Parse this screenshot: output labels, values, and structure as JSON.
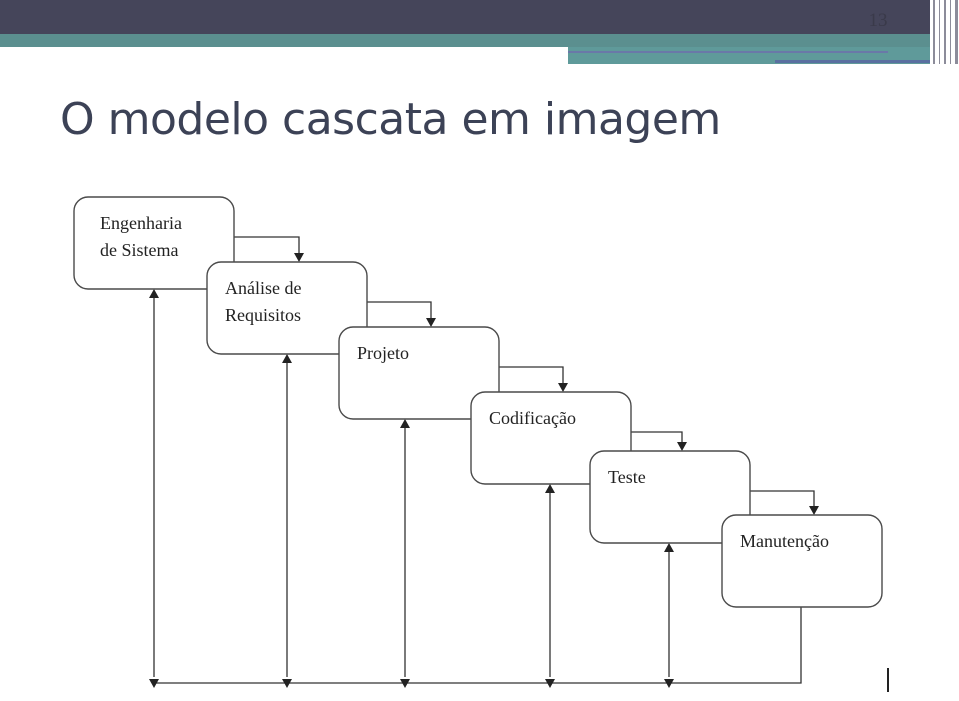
{
  "slide": {
    "page_number": "13",
    "title": "O modelo cascata em imagem"
  },
  "diagram": {
    "stages": [
      {
        "lines": [
          "Engenharia",
          "de Sistema"
        ]
      },
      {
        "lines": [
          "Análise de",
          "Requisitos"
        ]
      },
      {
        "lines": [
          "Projeto"
        ]
      },
      {
        "lines": [
          "Codificação"
        ]
      },
      {
        "lines": [
          "Teste"
        ]
      },
      {
        "lines": [
          "Manutenção"
        ]
      }
    ]
  },
  "colors": {
    "header_dark": "#45455a",
    "header_teal": "#5b8f8f",
    "title_text": "#3c4256"
  }
}
